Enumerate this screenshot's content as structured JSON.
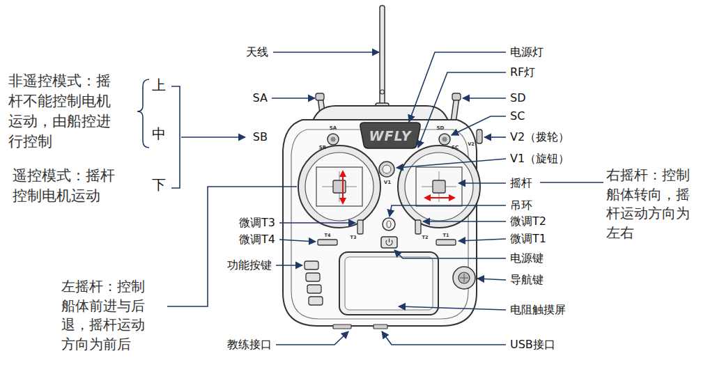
{
  "diagram": {
    "labels": [
      "天线",
      "电源灯",
      "RF灯",
      "非遥控模式：摇杆不能控制电机运动，由船控进行控制",
      "上",
      "SA",
      "SD",
      "SC",
      "中",
      "SB",
      "V2（拨轮）",
      "V1（旋钮）",
      "遥控模式：摇杆控制电机运动",
      "右摇杆：控制船体转向，摇杆运动方向为左右",
      "摇杆",
      "下",
      "吊环",
      "微调T3",
      "微调T2",
      "微调T4",
      "微调T1",
      "电源键",
      "功能按键",
      "导航键",
      "左摇杆：控制船体前进与后退，摇杆运动方向为前后",
      "电阻触摸屏",
      "教练接口",
      "USB接口",
      "WFLY",
      "SA",
      "SB",
      "SD",
      "SC",
      "V2",
      "V1",
      "T3",
      "T2",
      "T4",
      "T1"
    ]
  }
}
